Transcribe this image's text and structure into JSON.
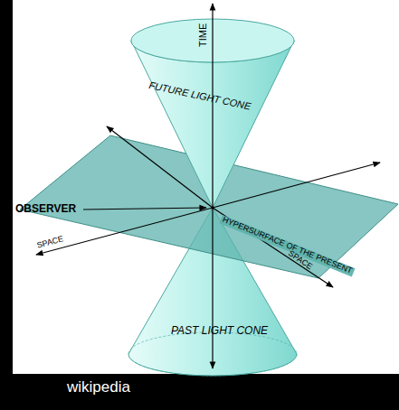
{
  "diagram": {
    "labels": [
      "TIME",
      "FUTURE LIGHT CONE",
      "OBSERVER",
      "SPACE",
      "HYPERSURFACE OF THE PRESENT",
      "SPACE",
      "PAST LIGHT CONE",
      "wikipedia"
    ]
  }
}
